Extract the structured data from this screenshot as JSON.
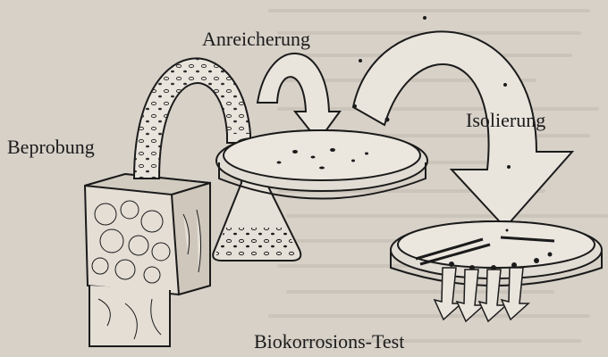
{
  "labels": {
    "anreicherung": "Anreicherung",
    "beprobung": "Beprobung",
    "isolierung": "Isolierung",
    "biokorrosion_test": "Biokorrosions-Test"
  },
  "colors": {
    "background": "#d7d1c8",
    "ink": "#1b1b1b",
    "arrow_fill": "#e9e5dd"
  },
  "icons": [
    "soil-sample-block",
    "flask",
    "petri-dish",
    "arrow"
  ]
}
